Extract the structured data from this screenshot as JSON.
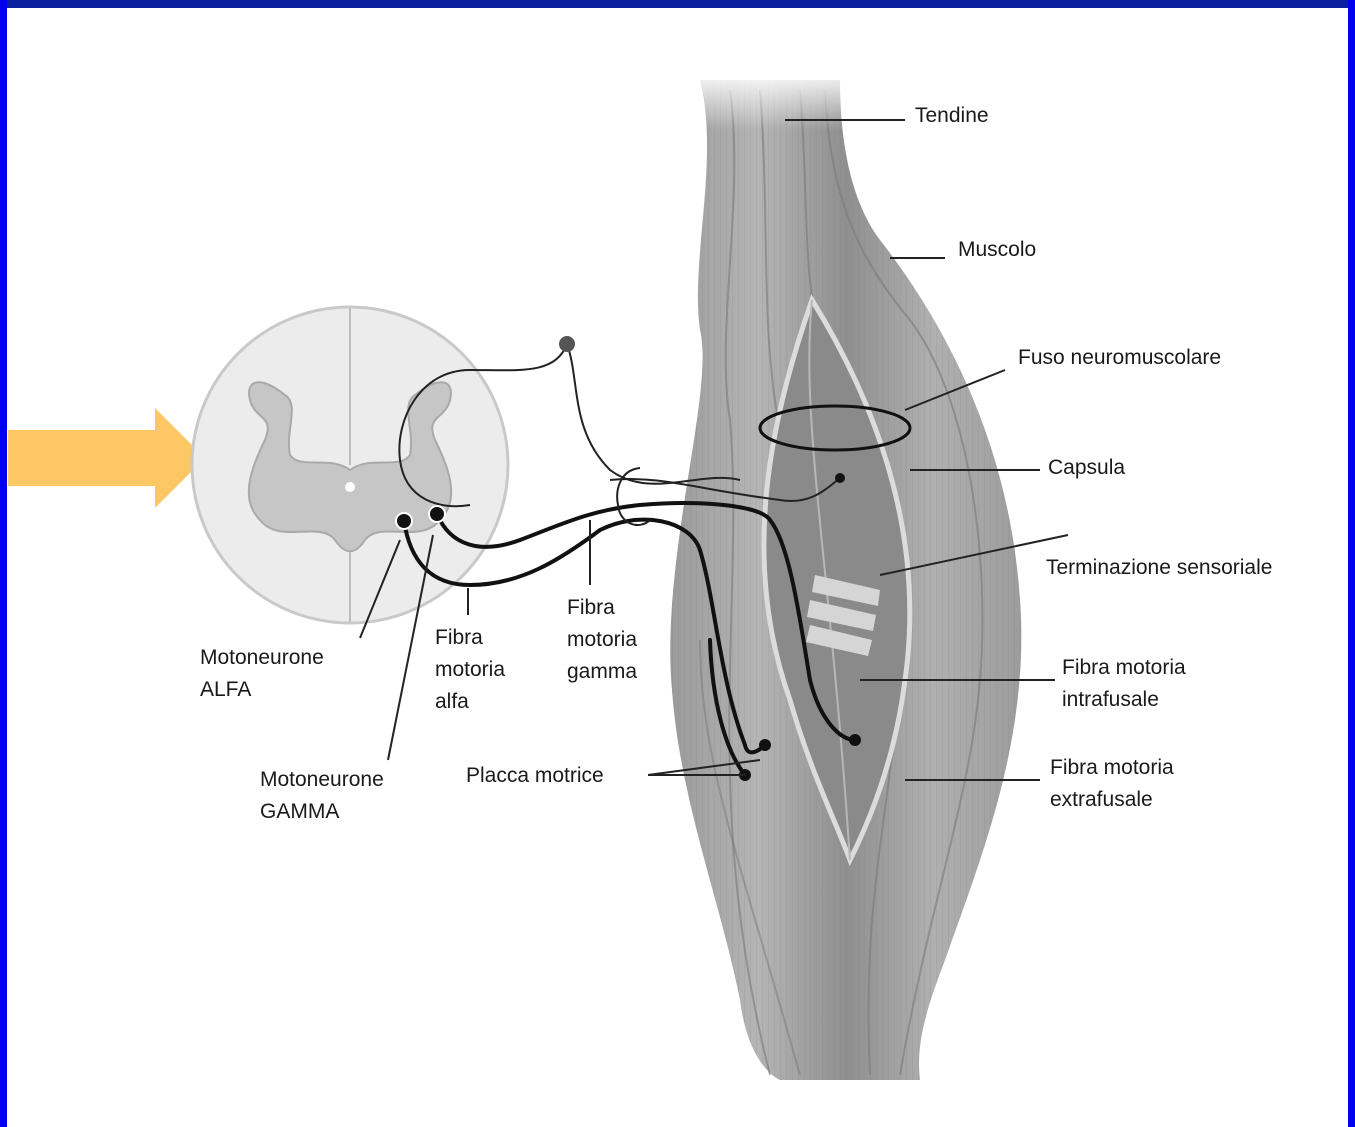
{
  "slide": {
    "border_color": "#0000ee",
    "top_band_color": "#0a1f9e",
    "background": "#ffffff",
    "arrow_color": "#fdc766"
  },
  "labels": {
    "tendine": "Tendine",
    "muscolo": "Muscolo",
    "fuso": "Fuso neuromuscolare",
    "capsula": "Capsula",
    "terminazione": "Terminazione sensoriale",
    "fibra_intrafusale": [
      "Fibra motoria",
      "intrafusale"
    ],
    "fibra_extrafusale": [
      "Fibra motoria",
      "extrafusale"
    ],
    "motoneurone_alfa": [
      "Motoneurone",
      "ALFA"
    ],
    "motoneurone_gamma": [
      "Motoneurone",
      "GAMMA"
    ],
    "fibra_alfa": [
      "Fibra",
      "motoria",
      "alfa"
    ],
    "fibra_gamma": [
      "Fibra",
      "motoria",
      "gamma"
    ],
    "placca": "Placca motrice"
  },
  "icons": {
    "pointer": "arrow-right-icon"
  }
}
